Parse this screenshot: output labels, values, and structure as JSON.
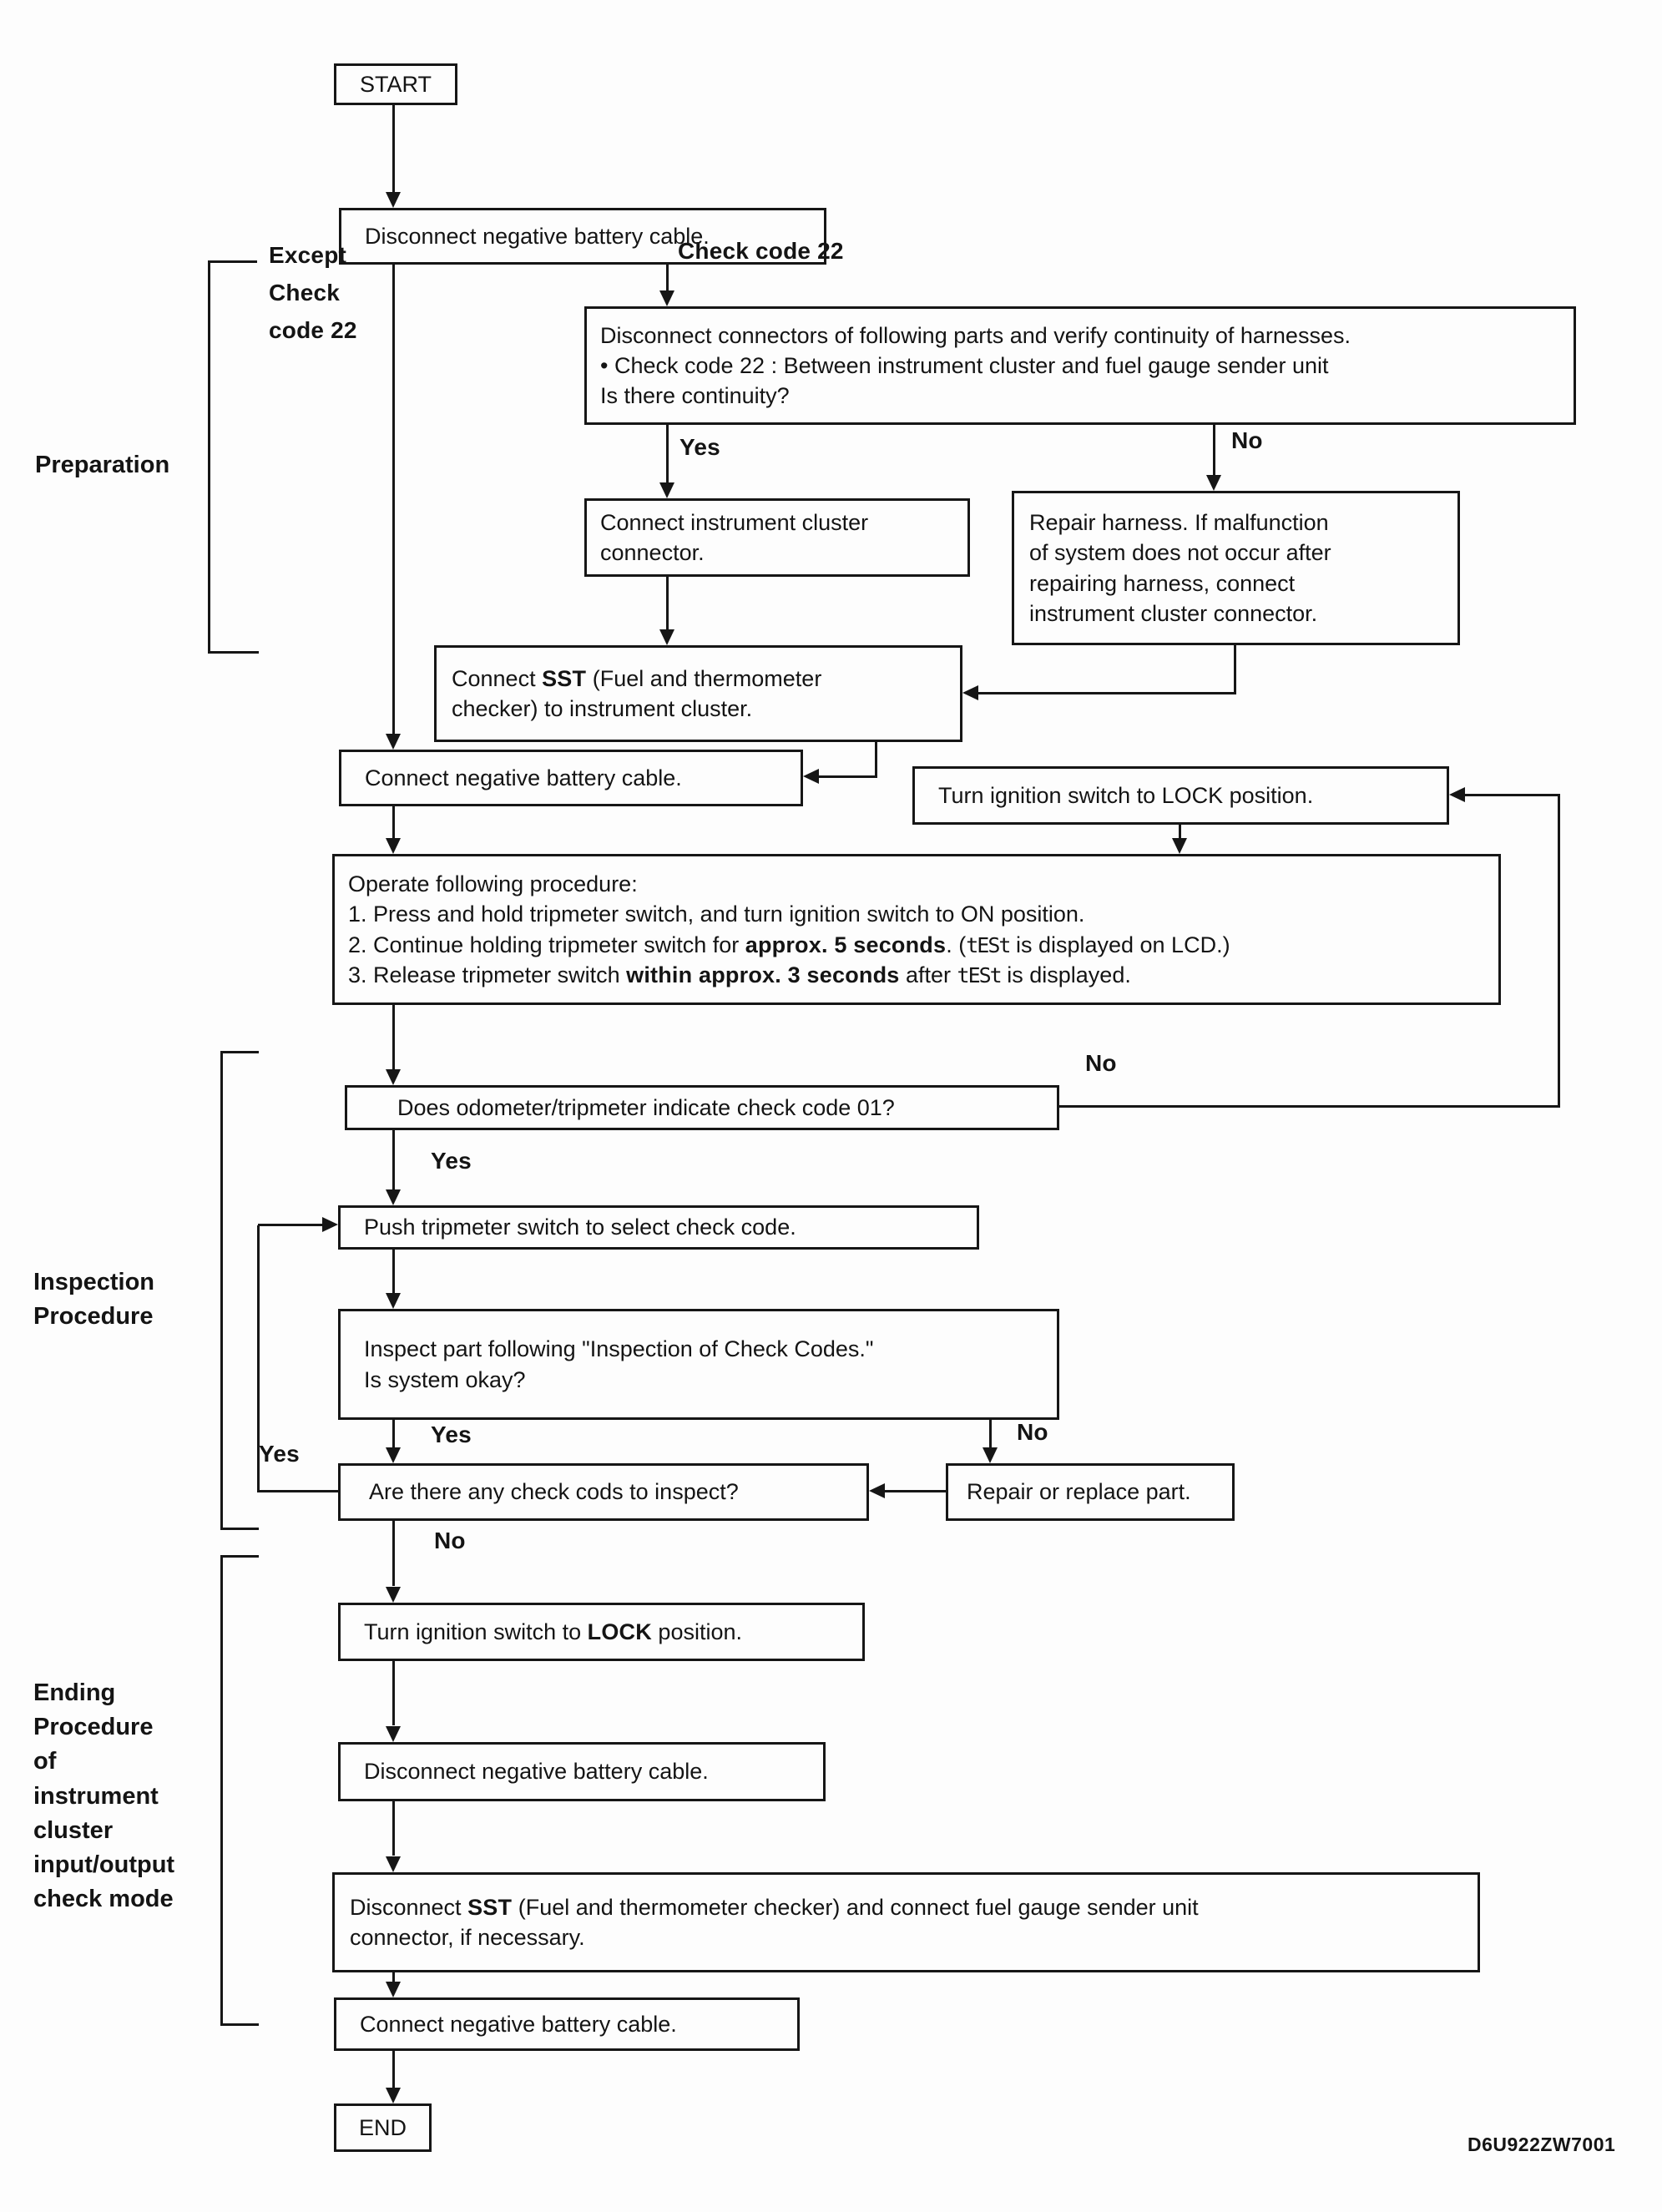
{
  "diagram": {
    "title_hint": "Instrument cluster input/output check mode flowchart",
    "colors": {
      "ink": "#161616",
      "paper": "#fdfdfd"
    },
    "nodes": {
      "start": {
        "label": "START"
      },
      "disc_batt_1": {
        "label": "Disconnect negative battery cable."
      },
      "verify": {
        "l1": "Disconnect connectors of following parts and verify continuity of harnesses.",
        "l2": "• Check code 22 : Between instrument cluster and fuel gauge sender unit",
        "l3": "Is there continuity?"
      },
      "conn_cluster": {
        "l1": "Connect instrument cluster",
        "l2": "connector."
      },
      "repair_harness": {
        "l1": "Repair harness. If malfunction",
        "l2": "of system does not occur after",
        "l3": "repairing harness, connect",
        "l4": "instrument cluster connector."
      },
      "conn_sst": {
        "l1a": "Connect ",
        "l1b": "SST",
        "l1c": " (Fuel and thermometer",
        "l2": "checker) to instrument cluster."
      },
      "conn_batt_1": {
        "label": "Connect negative battery cable."
      },
      "ign_lock_1": {
        "label": "Turn ignition switch to LOCK position."
      },
      "operate": {
        "l1": "Operate following procedure:",
        "l2": "1. Press and hold tripmeter switch, and turn ignition switch to ON position.",
        "l3a": "2. Continue holding tripmeter switch for ",
        "l3b": "approx. 5 seconds",
        "l3c": ". (",
        "l3d": "tESt",
        "l3e": " is displayed on LCD.)",
        "l4a": "3. Release tripmeter switch ",
        "l4b": "within approx. 3 seconds",
        "l4c": " after ",
        "l4d": "tESt",
        "l4e": " is displayed."
      },
      "code01": {
        "label": "Does odometer/tripmeter indicate check code 01?"
      },
      "push_trip": {
        "label": "Push tripmeter switch to select check code."
      },
      "inspect": {
        "l1": "Inspect part following \"Inspection of Check Codes.\"",
        "l2": "Is system okay?"
      },
      "any_codes": {
        "label": "Are there any check cods to inspect?"
      },
      "repair_replace": {
        "label": "Repair or replace part."
      },
      "ign_lock_2": {
        "a": "Turn ignition switch to ",
        "b": "LOCK",
        "c": " position."
      },
      "disc_batt_2": {
        "label": "Disconnect negative battery cable."
      },
      "disc_sst": {
        "l1a": "Disconnect ",
        "l1b": "SST",
        "l1c": " (Fuel and thermometer checker) and connect fuel gauge sender unit",
        "l2": "connector, if necessary."
      },
      "conn_batt_2": {
        "label": "Connect negative battery cable."
      },
      "end": {
        "label": "END"
      }
    },
    "edge_labels": {
      "except_l1": "Except",
      "except_l2": "Check",
      "except_l3": "code 22",
      "check22": "Check code 22",
      "yes_continuity": "Yes",
      "no_continuity": "No",
      "no_code01": "No",
      "yes_code01": "Yes",
      "yes_system_ok": "Yes",
      "no_system_ok": "No",
      "yes_more_codes": "Yes",
      "no_more_codes": "No"
    },
    "sections": {
      "preparation": "Preparation",
      "inspection_l1": "Inspection",
      "inspection_l2": "Procedure",
      "ending_l1": "Ending",
      "ending_l2": "Procedure",
      "ending_l3": "of",
      "ending_l4": "instrument",
      "ending_l5": "cluster",
      "ending_l6": "input/output",
      "ending_l7": "check mode"
    },
    "footer": {
      "code": "D6U922ZW7001"
    }
  }
}
